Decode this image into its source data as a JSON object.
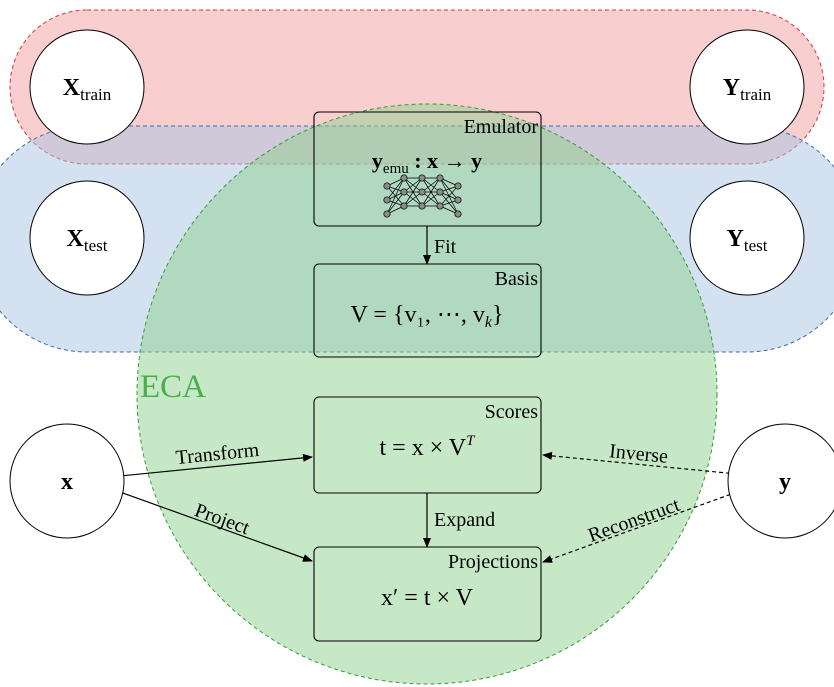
{
  "regions": {
    "train_label": "",
    "test_label": "",
    "eca_label": "ECA"
  },
  "nodes": {
    "x_train": {
      "main": "X",
      "sub": "train"
    },
    "y_train": {
      "main": "Y",
      "sub": "train"
    },
    "x_test": {
      "main": "X",
      "sub": "test"
    },
    "y_test": {
      "main": "Y",
      "sub": "test"
    },
    "x": {
      "main": "x"
    },
    "y": {
      "main": "y"
    }
  },
  "boxes": {
    "emulator": {
      "title": "Emulator",
      "formula_main": "y",
      "formula_sub": "emu",
      "formula_rest": " : x → y"
    },
    "basis": {
      "title": "Basis",
      "formula": "V = {v₁, ⋯, v",
      "formula_sub": "k",
      "formula_end": "}"
    },
    "scores": {
      "title": "Scores",
      "formula": "t = x × V",
      "formula_sup": "T"
    },
    "projections": {
      "title": "Projections",
      "formula": "x′ = t × V"
    }
  },
  "edges": {
    "fit": "Fit",
    "expand": "Expand",
    "transform": "Transform",
    "project": "Project",
    "inverse": "Inverse",
    "reconstruct": "Reconstruct"
  },
  "colors": {
    "train_fill": "#f4a6a6",
    "train_stroke": "#d9363e",
    "test_fill": "#a7c4e4",
    "test_stroke": "#3e6fb0",
    "eca_fill": "#8fd28f",
    "eca_stroke": "#3a9b3a",
    "eca_text": "#4bae4b"
  }
}
